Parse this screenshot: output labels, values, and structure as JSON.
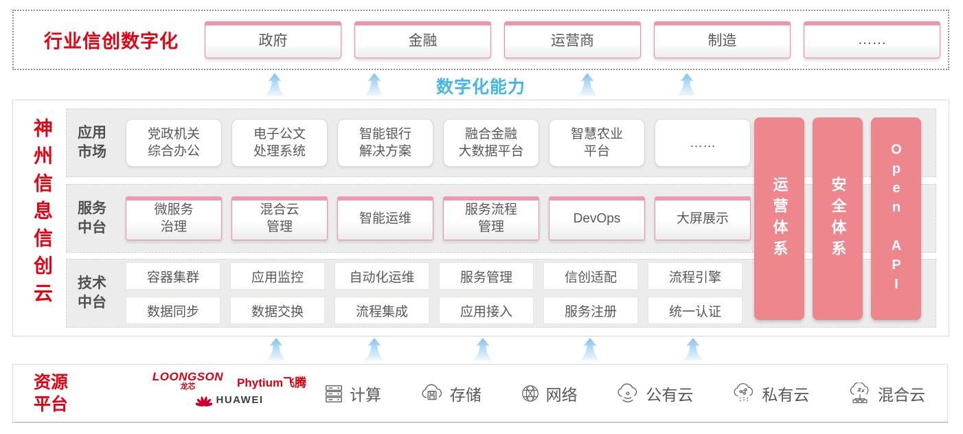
{
  "colors": {
    "accent_red": "#e60012",
    "bar_salmon": "#ed868d",
    "capability_blue": "#45b4e8",
    "box_text": "#595757",
    "logo_red": "#d7000f"
  },
  "top_banner": {
    "label": "行业信创数字化",
    "industries": [
      "政府",
      "金融",
      "运营商",
      "制造",
      "……"
    ]
  },
  "capability_label": "数字化能力",
  "platform": {
    "title": "神州信息信创云",
    "rows": [
      {
        "label": "应用\n市场",
        "items": [
          "党政机关\n综合办公",
          "电子公文\n处理系统",
          "智能银行\n解决方案",
          "融合金融\n大数据平台",
          "智慧农业\n平台",
          "……"
        ]
      },
      {
        "label": "服务\n中台",
        "items": [
          "微服务\n治理",
          "混合云\n管理",
          "智能运维",
          "服务流程\n管理",
          "DevOps",
          "大屏展示"
        ]
      },
      {
        "label": "技术\n中台",
        "items_top": [
          "容器集群",
          "应用监控",
          "自动化运维",
          "服务管理",
          "信创适配",
          "流程引擎"
        ],
        "items_bottom": [
          "数据同步",
          "数据交换",
          "流程集成",
          "应用接入",
          "服务注册",
          "统一认证"
        ]
      }
    ],
    "side_bars": [
      "运营体系",
      "安全体系",
      "Open API"
    ]
  },
  "resource_platform": {
    "label": "资源\n平台",
    "vendors": {
      "loongson": "LOONGSON",
      "loongson_cn": "龙芯",
      "phytium": "Phytium飞腾",
      "huawei": "HUAWEI"
    },
    "resources": [
      {
        "icon": "compute-icon",
        "label": "计算"
      },
      {
        "icon": "storage-icon",
        "label": "存储"
      },
      {
        "icon": "network-icon",
        "label": "网络"
      },
      {
        "icon": "public-cloud-icon",
        "label": "公有云"
      },
      {
        "icon": "private-cloud-icon",
        "label": "私有云"
      },
      {
        "icon": "hybrid-cloud-icon",
        "label": "混合云"
      }
    ]
  }
}
